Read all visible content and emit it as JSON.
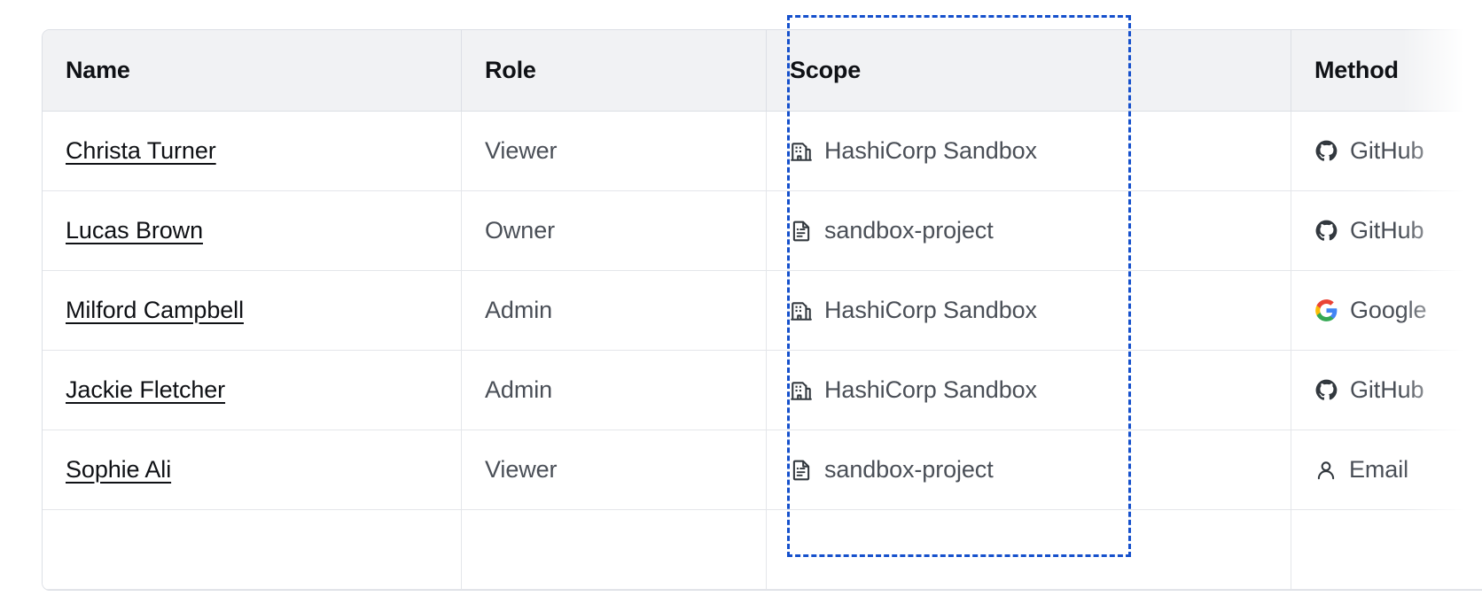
{
  "table": {
    "columns": [
      {
        "key": "name",
        "label": "Name"
      },
      {
        "key": "role",
        "label": "Role"
      },
      {
        "key": "scope",
        "label": "Scope"
      },
      {
        "key": "blank",
        "label": ""
      },
      {
        "key": "method",
        "label": "Method"
      }
    ],
    "rows": [
      {
        "name": "Christa Turner",
        "role": "Viewer",
        "scope": "HashiCorp Sandbox",
        "scope_icon": "organization-icon",
        "blank": "",
        "method": "GitHub",
        "method_icon": "github-icon"
      },
      {
        "name": "Lucas Brown",
        "role": "Owner",
        "scope": "sandbox-project",
        "scope_icon": "project-document-icon",
        "blank": "",
        "method": "GitHub",
        "method_icon": "github-icon"
      },
      {
        "name": "Milford Campbell",
        "role": "Admin",
        "scope": "HashiCorp Sandbox",
        "scope_icon": "organization-icon",
        "blank": "",
        "method": "Google",
        "method_icon": "google-icon"
      },
      {
        "name": "Jackie Fletcher",
        "role": "Admin",
        "scope": "HashiCorp Sandbox",
        "scope_icon": "organization-icon",
        "blank": "",
        "method": "GitHub",
        "method_icon": "github-icon"
      },
      {
        "name": "Sophie Ali",
        "role": "Viewer",
        "scope": "sandbox-project",
        "scope_icon": "project-document-icon",
        "blank": "",
        "method": "Email",
        "method_icon": "user-icon"
      },
      {
        "name": "",
        "role": "",
        "scope": "",
        "scope_icon": "",
        "blank": "",
        "method": "",
        "method_icon": ""
      }
    ]
  },
  "highlight": {
    "target_column": "Scope",
    "style": "dashed-rectangle",
    "color": "#1550cc"
  },
  "colors": {
    "header_background": "#f1f2f4",
    "row_background": "#ffffff",
    "border": "#dcdfe5",
    "row_border": "#e4e6ea",
    "text_primary": "#0f1115",
    "text_secondary": "#4a4f57",
    "highlight_blue": "#1550cc",
    "github_dark": "#32383e",
    "google_blue": "#4285f4",
    "google_red": "#ea4335",
    "google_yellow": "#fbbc05",
    "google_green": "#34a853"
  }
}
